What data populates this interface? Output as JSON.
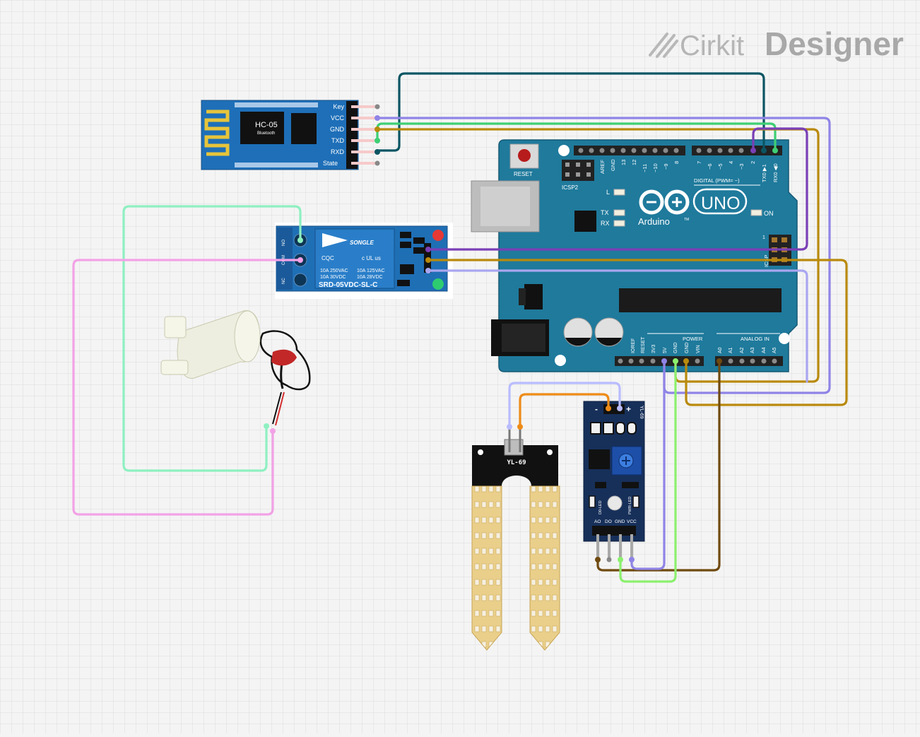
{
  "brand": {
    "name_left": "Cirkit",
    "name_right": "Designer"
  },
  "hc05": {
    "title": "HC-05",
    "subtitle": "Bluetooth",
    "pins": [
      "Key",
      "VCC",
      "GND",
      "TXD",
      "RXD",
      "State"
    ]
  },
  "arduino": {
    "reset_label": "RESET",
    "icsp2_label": "ICSP2",
    "icsp_label": "ICSP",
    "l_label": "L",
    "tx_label": "TX",
    "rx_label": "RX",
    "on_label": "ON",
    "uno_label": "UNO",
    "arduino_label": "Arduino",
    "tm_label": "TM",
    "digital_label": "DIGITAL (PWM= ~)",
    "power_label": "POWER",
    "analog_label": "ANALOG IN",
    "one_label": "1",
    "top_pins": [
      "AREF",
      "GND",
      "13",
      "12",
      "~11",
      "~10",
      "~9",
      "8",
      "7",
      "~6",
      "~5",
      "4",
      "~3",
      "2",
      "TX0 ▶1",
      "RX0 ◀0"
    ],
    "power_pins": [
      "IOREF",
      "RESET",
      "3V3",
      "5V",
      "GND",
      "GND",
      "VIN"
    ],
    "analog_pins": [
      "A0",
      "A1",
      "A2",
      "A3",
      "A4",
      "A5"
    ]
  },
  "relay": {
    "brand": "SONGLE",
    "ratings": [
      "10A 250VAC",
      "10A 125VAC",
      "10A 30VDC",
      "10A 28VDC"
    ],
    "model": "SRD-05VDC-SL-C",
    "cert": "CQC",
    "ul": "c UL us"
  },
  "probe": {
    "label": "YL-69"
  },
  "sensor": {
    "side_label": "YL-69",
    "minus": "-",
    "plus": "+",
    "pins": [
      "AO",
      "DO",
      "GND",
      "VCC"
    ],
    "d0_led": "D0-LED",
    "pwr_led": "PWR-LED"
  },
  "colors": {
    "board_blue": "#1f7a9c",
    "hc05_blue": "#1e6fb8",
    "relay_blue": "#1f6fb5",
    "wire_teal": "#0b5563",
    "wire_violet": "#8f84e6",
    "wire_green": "#3ecf74",
    "wire_gold": "#b98a0c",
    "wire_purple": "#7a3fb6",
    "wire_mint": "#8ef0c1",
    "wire_pink": "#f2a2e6",
    "wire_lavender": "#a9b2ff",
    "wire_orange": "#ee8b18",
    "wire_lime": "#8bf06d",
    "wire_brown": "#6f4a10"
  }
}
